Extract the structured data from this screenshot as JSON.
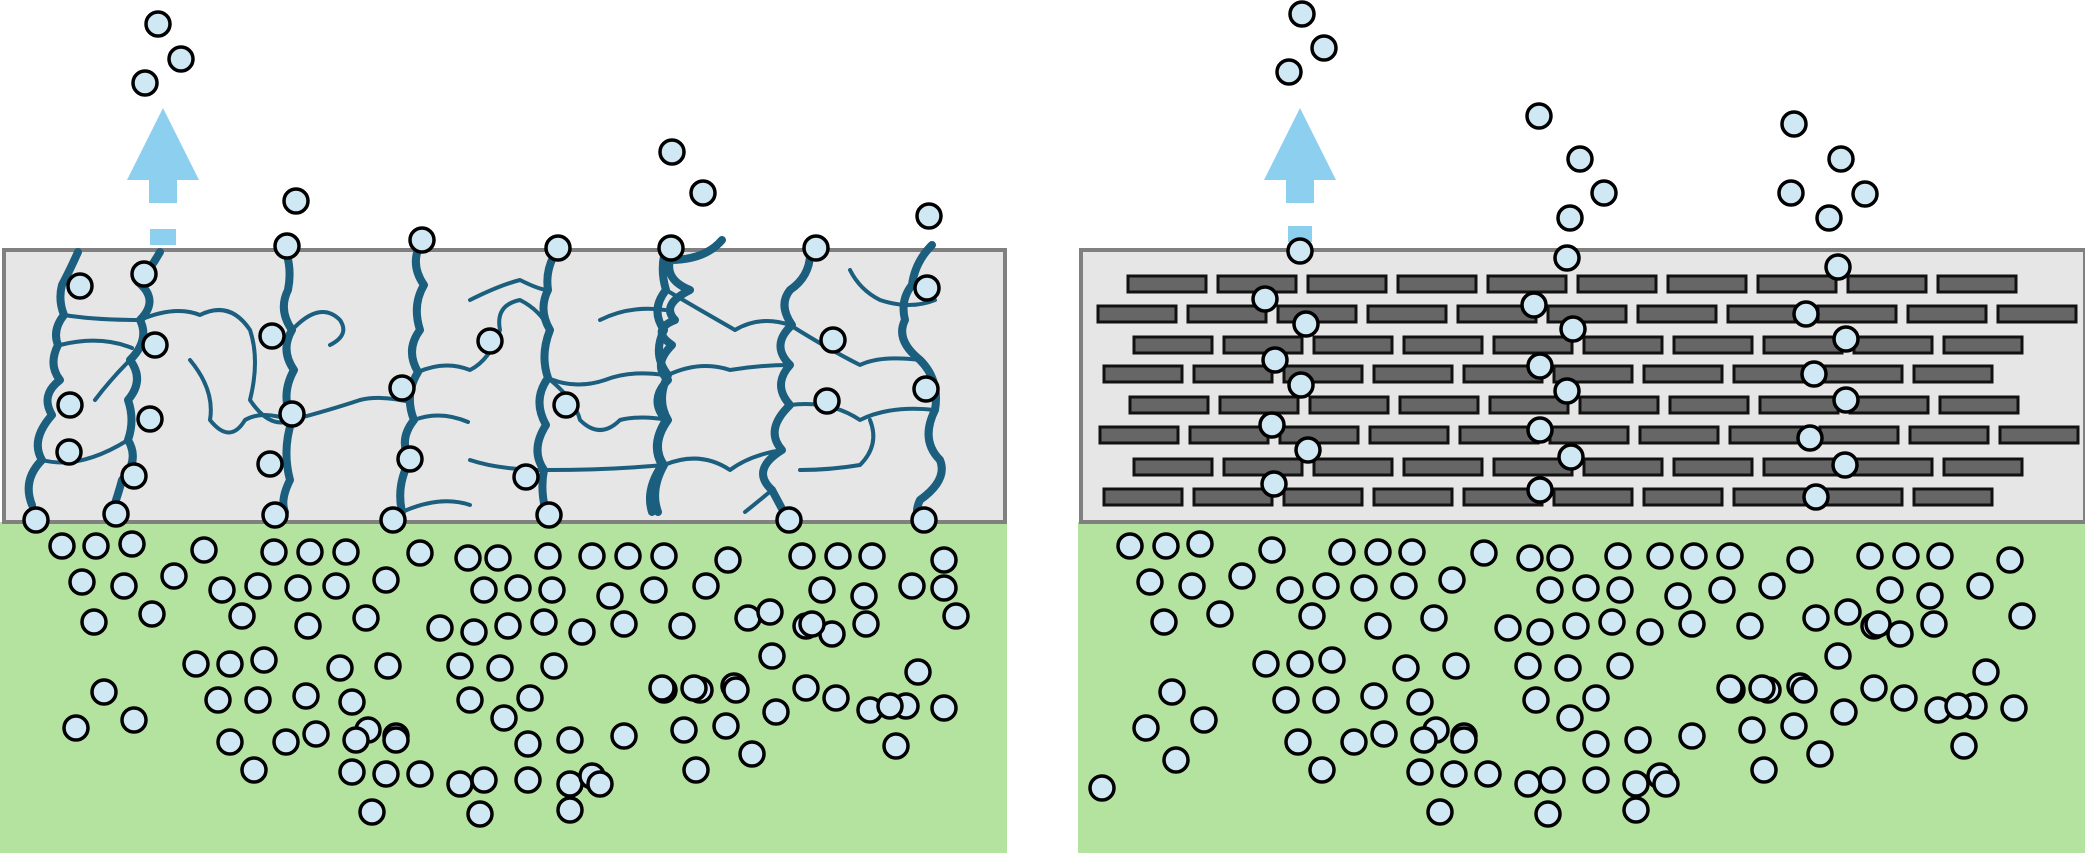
{
  "panels": [
    {
      "id": "left",
      "barrier": "cracked-coating-with-crack-paths"
    },
    {
      "id": "right",
      "barrier": "layered-platelet-nanocomposite-tortuous-path"
    }
  ],
  "colors": {
    "background": "#ffffff",
    "substrate": "#b4e3a0",
    "coating": "#e6e6e6",
    "coating_border": "#808080",
    "crack": "#1b5e7e",
    "molecule_fill": "#cfe8f3",
    "molecule_stroke": "#000000",
    "arrow": "#8ccfee",
    "platelet_fill": "#666666",
    "platelet_stroke": "#111111"
  },
  "icons": {
    "molecule": "gas-molecule-icon",
    "arrow": "up-arrow-icon"
  }
}
